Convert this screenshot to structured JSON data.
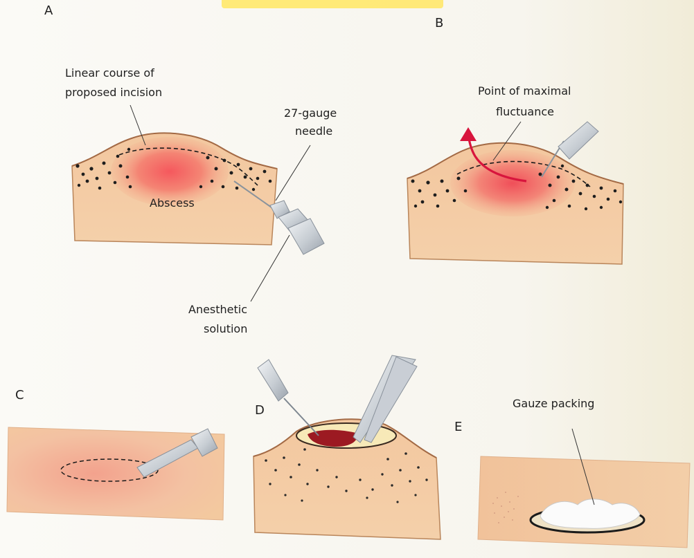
{
  "panels": {
    "a": {
      "letter": "A"
    },
    "b": {
      "letter": "B"
    },
    "c": {
      "letter": "C"
    },
    "d": {
      "letter": "D"
    },
    "e": {
      "letter": "E"
    }
  },
  "labels": {
    "incision_line1": "Linear course of",
    "incision_line2": "proposed incision",
    "needle_line1": "27-gauge",
    "needle_line2": "needle",
    "abscess": "Abscess",
    "anesthetic_line1": "Anesthetic",
    "anesthetic_line2": "solution",
    "fluctuance_line1": "Point of maximal",
    "fluctuance_line2": "fluctuance",
    "gauze": "Gauze packing"
  },
  "colors": {
    "skin": "#f3c99f",
    "skin_dark": "#e7b081",
    "abscess": "#f46467",
    "arrow": "#d8153d",
    "dots": "#222222",
    "wound": "#9c1a22",
    "instrument": "#d9dde2"
  }
}
